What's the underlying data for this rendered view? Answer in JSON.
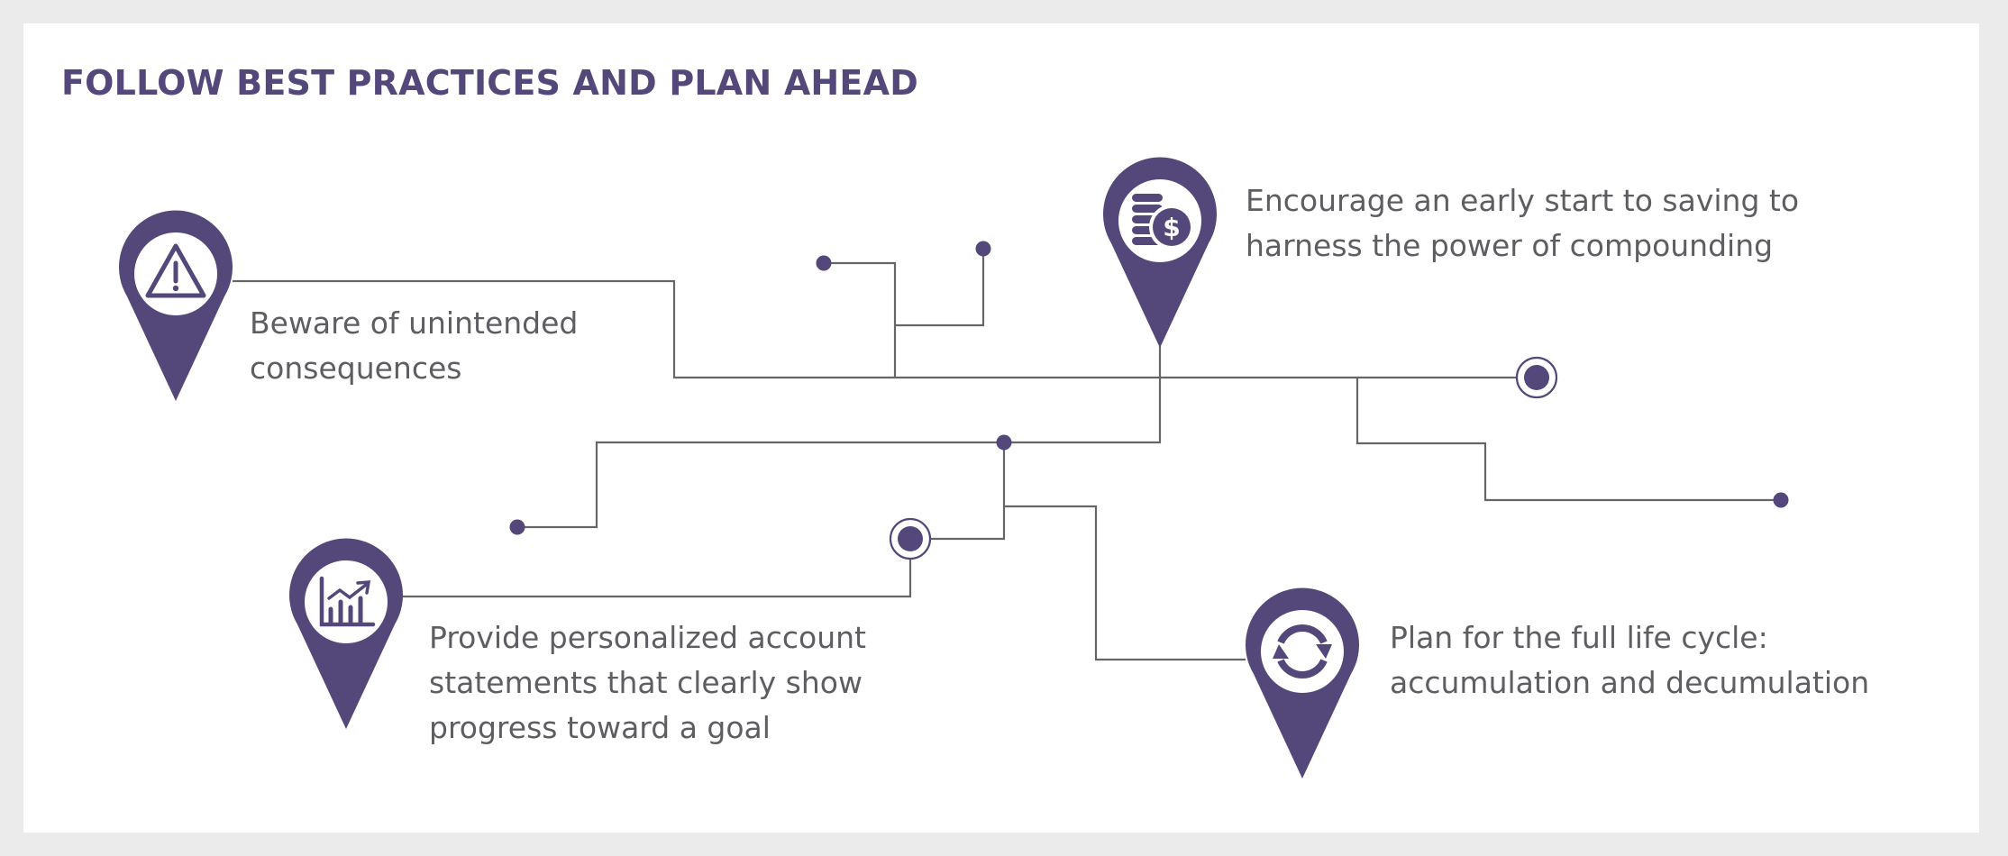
{
  "title": "FOLLOW BEST PRACTICES AND PLAN AHEAD",
  "colors": {
    "accent": "#54477a",
    "line": "#666666",
    "text": "#5e5e62",
    "border": "#ebebeb",
    "icon_fill": "#ffffff"
  },
  "items": [
    {
      "icon": "warning-triangle-icon",
      "lines": [
        "Beware of unintended",
        "consequences"
      ]
    },
    {
      "icon": "coins-dollar-icon",
      "lines": [
        "Encourage an early start to saving to",
        "harness the power of compounding"
      ]
    },
    {
      "icon": "growth-chart-icon",
      "lines": [
        "Provide personalized account",
        "statements that clearly show",
        "progress toward a goal"
      ]
    },
    {
      "icon": "refresh-cycle-icon",
      "lines": [
        "Plan for the full life cycle:",
        "accumulation and decumulation"
      ]
    }
  ]
}
